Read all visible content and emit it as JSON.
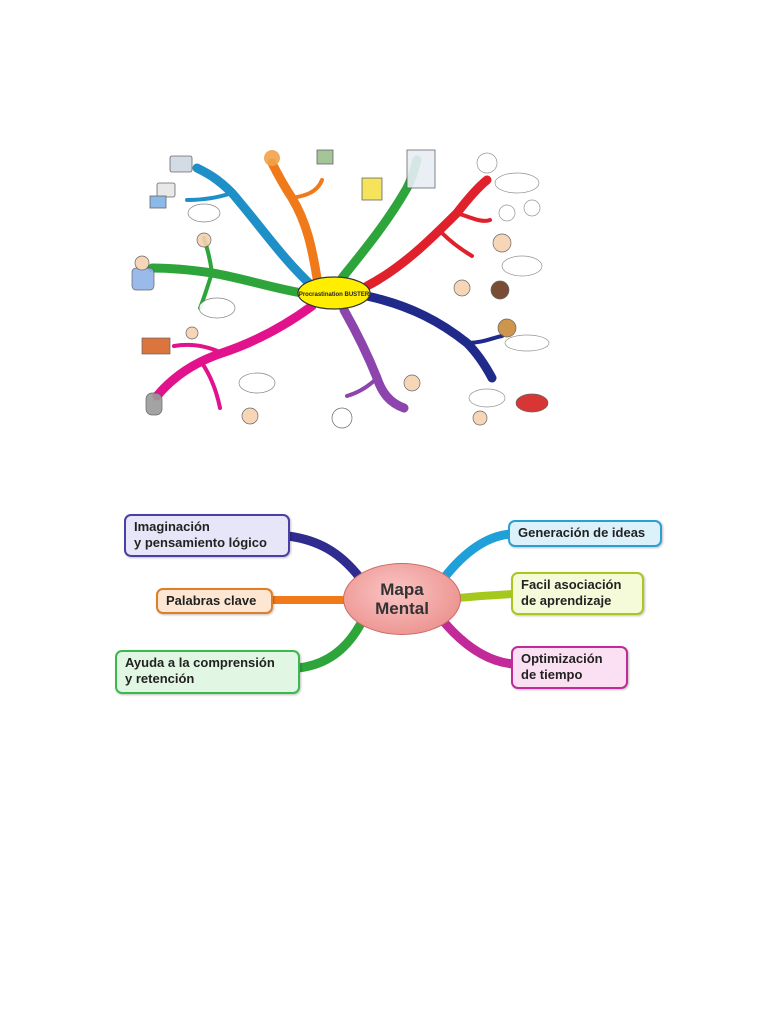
{
  "top_map": {
    "central_topic": "Procrastination BUSTER",
    "colors": {
      "teal": "#1e8fc7",
      "orange": "#f07a1a",
      "green": "#2ea53a",
      "red": "#e0202a",
      "navy": "#1f2a8a",
      "purple": "#8e44ad",
      "magenta": "#e2128c",
      "center_fill": "#ffee00"
    }
  },
  "bottom_map": {
    "center": "Mapa\nMental",
    "nodes": [
      {
        "label": "Imaginación\ny pensamiento lógico",
        "fill": "#e7e6f8",
        "border": "#4a3fa6"
      },
      {
        "label": "Palabras clave",
        "fill": "#fde7d2",
        "border": "#e07d2a"
      },
      {
        "label": "Ayuda a la comprensión\ny retención",
        "fill": "#e1f7e4",
        "border": "#3cb94e"
      },
      {
        "label": "Generación de ideas",
        "fill": "#ddf1fb",
        "border": "#2a9fd6"
      },
      {
        "label": "Facil asociación\nde aprendizaje",
        "fill": "#f5fbd9",
        "border": "#a8c81e"
      },
      {
        "label": "Optimización\nde tiempo",
        "fill": "#fbe0f3",
        "border": "#c22a9a"
      }
    ]
  }
}
